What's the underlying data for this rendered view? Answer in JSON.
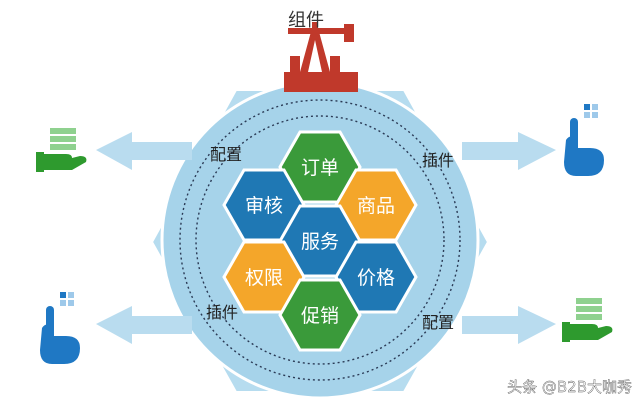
{
  "top_label": "组件",
  "center": "服务",
  "hexes": {
    "order": "订单",
    "audit": "审核",
    "product": "商品",
    "permission": "权限",
    "price": "价格",
    "promotion": "促销"
  },
  "arrows": {
    "top_left": "配置",
    "top_right": "插件",
    "bottom_left": "插件",
    "bottom_right": "配置"
  },
  "watermark": "头条 @B2B大咖秀",
  "colors": {
    "big_hex": "#b6dcef",
    "big_hex_inner": "#9ccde6",
    "blue": "#1f78b4",
    "green": "#3a9a3a",
    "orange": "#f4a62a",
    "arrow": "#b9dcef",
    "pump": "#c0392b",
    "icon_green": "#2e9a2e",
    "icon_blue": "#1f78c4"
  },
  "icons": [
    "oil-pump-icon",
    "hand-stack-icon",
    "pointing-hand-icon"
  ]
}
